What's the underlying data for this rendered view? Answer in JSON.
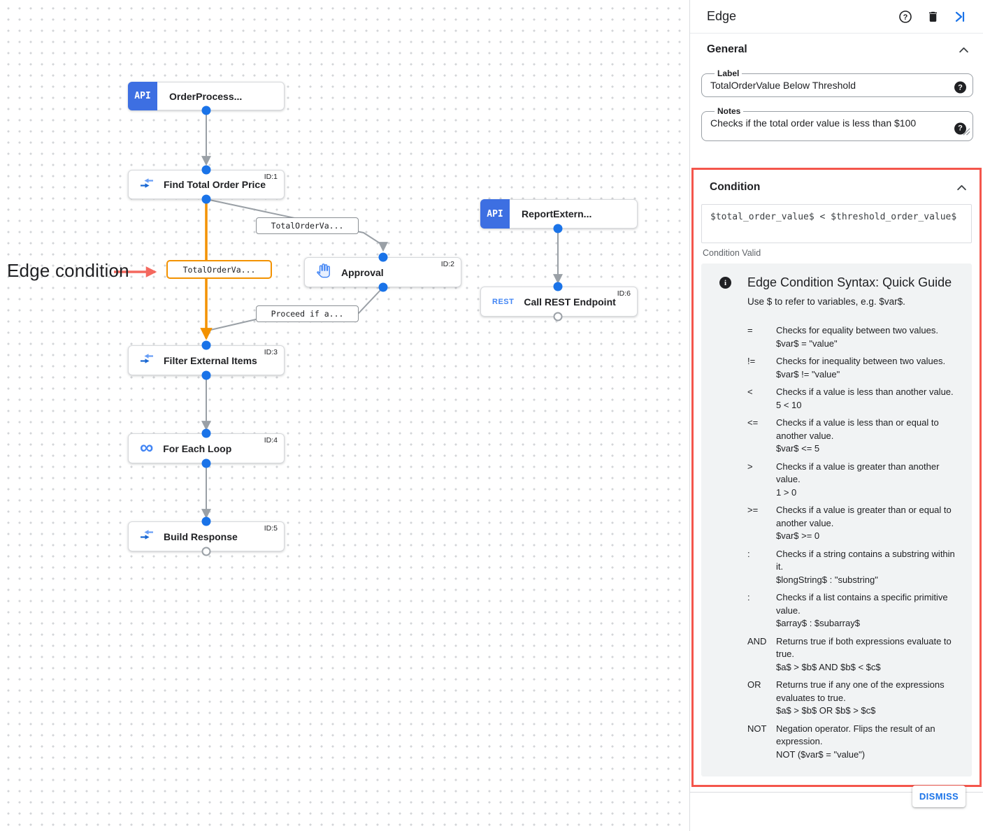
{
  "canvas": {
    "annotation": {
      "label": "Edge condition"
    },
    "nodes": [
      {
        "title": "OrderProcess...",
        "badge": "API"
      },
      {
        "title": "Find Total Order Price",
        "id": "ID:1"
      },
      {
        "title": "Approval",
        "id": "ID:2"
      },
      {
        "title": "ReportExtern...",
        "badge": "API"
      },
      {
        "title": "Call REST Endpoint",
        "id": "ID:6",
        "icon_text": "REST"
      },
      {
        "title": "Filter External Items",
        "id": "ID:3"
      },
      {
        "title": "For Each Loop",
        "id": "ID:4"
      },
      {
        "title": "Build Response",
        "id": "ID:5"
      }
    ],
    "edge_labels": [
      {
        "text": "TotalOrderVa..."
      },
      {
        "text": "TotalOrderVa...",
        "selected": true
      },
      {
        "text": "Proceed if a..."
      }
    ]
  },
  "panel": {
    "title": "Edge",
    "general": {
      "heading": "General",
      "label_field": {
        "label": "Label",
        "value": "TotalOrderValue Below Threshold"
      },
      "notes_field": {
        "label": "Notes",
        "value": "Checks if the total order value is less than $100"
      }
    },
    "condition": {
      "heading": "Condition",
      "expression": "$total_order_value$ < $threshold_order_value$",
      "status": "Condition Valid",
      "guide": {
        "title": "Edge Condition Syntax: Quick Guide",
        "subtitle": "Use $ to refer to variables, e.g. $var$.",
        "rows": [
          {
            "op": "=",
            "desc": "Checks for equality between two values.",
            "example": "$var$ = \"value\""
          },
          {
            "op": "!=",
            "desc": "Checks for inequality between two values.",
            "example": "$var$ != \"value\""
          },
          {
            "op": "<",
            "desc": "Checks if a value is less than another value.",
            "example": "5 < 10"
          },
          {
            "op": "<=",
            "desc": "Checks if a value is less than or equal to another value.",
            "example": "$var$ <= 5"
          },
          {
            "op": ">",
            "desc": "Checks if a value is greater than another value.",
            "example": "1 > 0"
          },
          {
            "op": ">=",
            "desc": "Checks if a value is greater than or equal to another value.",
            "example": "$var$ >= 0"
          },
          {
            "op": ":",
            "desc": "Checks if a string contains a substring within it.",
            "example": "$longString$ : \"substring\""
          },
          {
            "op": ":",
            "desc": "Checks if a list contains a specific primitive value.",
            "example": "$array$ : $subarray$"
          },
          {
            "op": "AND",
            "desc": "Returns true if both expressions evaluate to true.",
            "example": "$a$ > $b$ AND $b$ < $c$"
          },
          {
            "op": "OR",
            "desc": "Returns true if any one of the expressions evaluates to true.",
            "example": "$a$ > $b$ OR $b$ > $c$"
          },
          {
            "op": "NOT",
            "desc": "Negation operator. Flips the result of an expression.",
            "example": "NOT ($var$ = \"value\")"
          }
        ]
      }
    },
    "dismiss_label": "DISMISS"
  },
  "colors": {
    "accent_blue": "#1a73e8",
    "badge_blue": "#3d6fe2",
    "edge_gray": "#9aa0a6",
    "edge_orange": "#f39200",
    "highlight_red": "#f4564c",
    "guide_bg": "#f1f3f4"
  }
}
